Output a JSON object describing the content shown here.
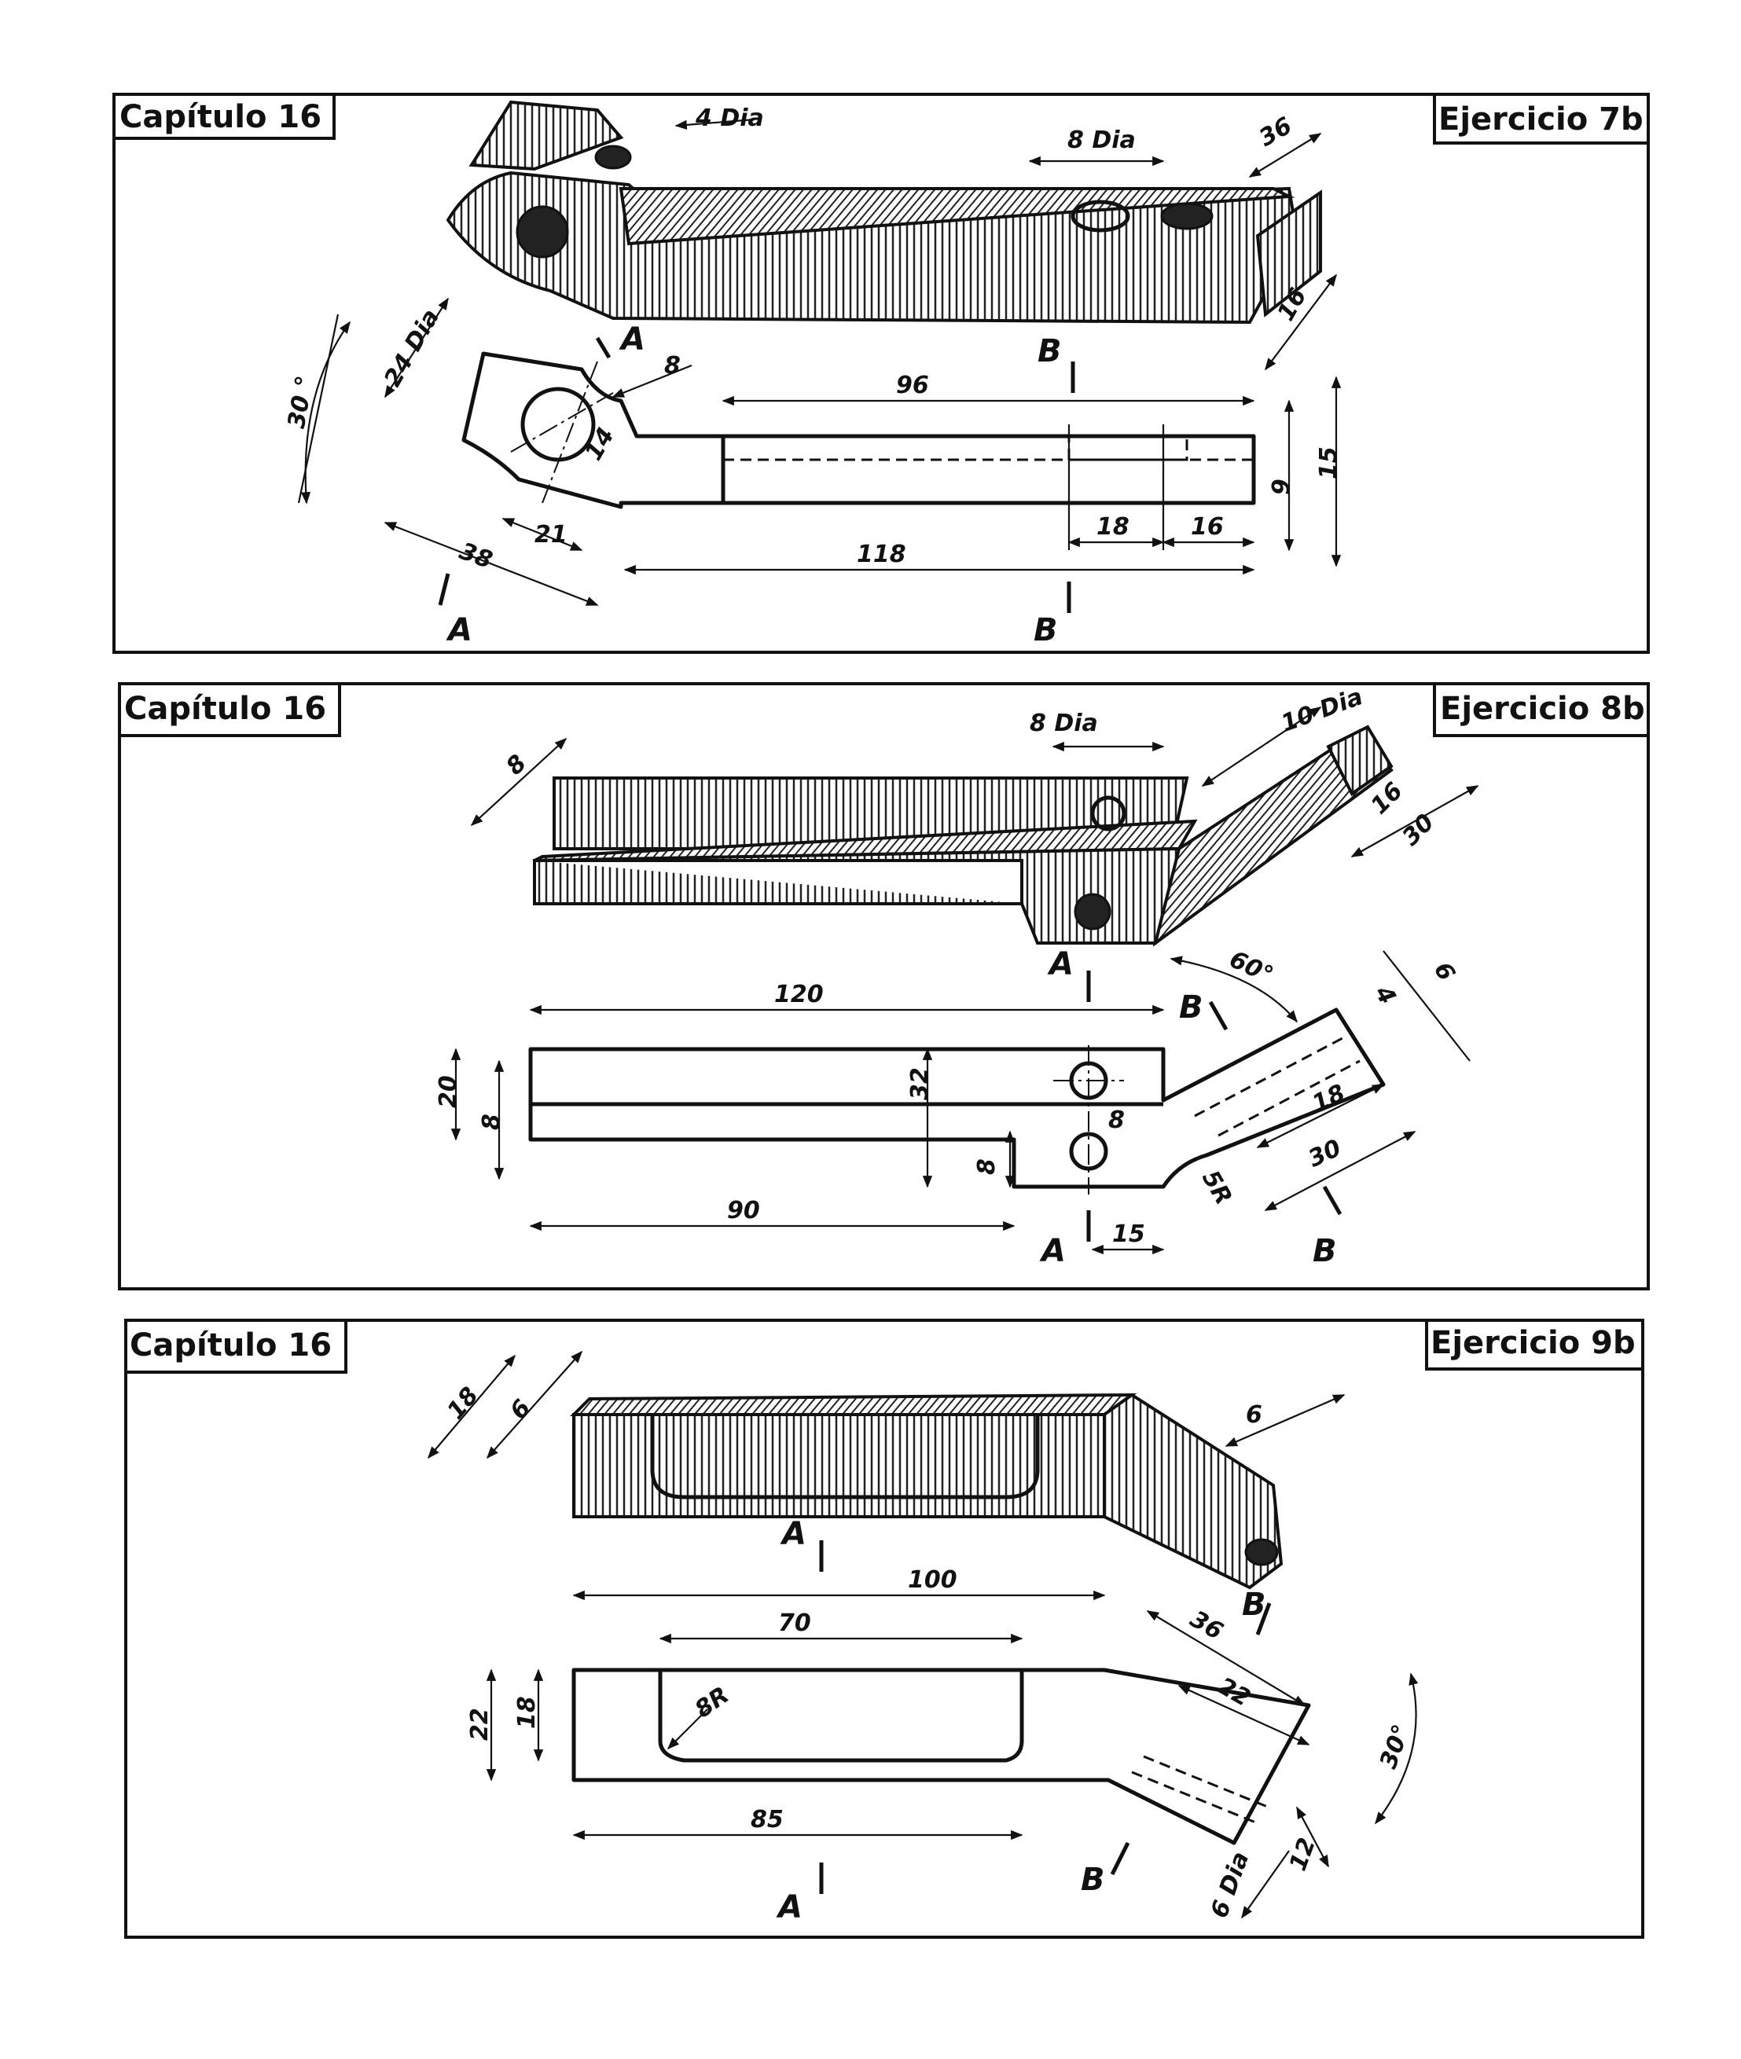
{
  "panels": [
    {
      "chapter": "Capítulo 16",
      "exercise": "Ejercicio 7b",
      "dims": {
        "d1": "4 Dia",
        "d2": "8 Dia",
        "d3": "36",
        "d4": "16",
        "d5": "24 Dia",
        "d6": "8",
        "d7": "96",
        "d8": "30 °",
        "d9": "14",
        "d10": "9",
        "d11": "15",
        "d12": "21",
        "d13": "38",
        "d14": "18",
        "d15": "16",
        "d16": "118"
      },
      "sections": {
        "a1": "A",
        "a2": "A",
        "b1": "B",
        "b2": "B"
      }
    },
    {
      "chapter": "Capítulo 16",
      "exercise": "Ejercicio 8b",
      "dims": {
        "d1": "8 Dia",
        "d2": "10 Dia",
        "d3": "8",
        "d4": "16",
        "d5": "30",
        "d6": "60°",
        "d7": "6",
        "d8": "4",
        "d9": "120",
        "d10": "32",
        "d11": "20",
        "d12": "8",
        "d13": "8",
        "d14": "18",
        "d15": "30",
        "d16": "5R",
        "d17": "8",
        "d18": "90",
        "d19": "15"
      },
      "sections": {
        "a1": "A",
        "a2": "A",
        "b1": "B",
        "b2": "B"
      }
    },
    {
      "chapter": "Capítulo 16",
      "exercise": "Ejercicio 9b",
      "dims": {
        "d1": "18",
        "d2": "6",
        "d3": "6",
        "d4": "100",
        "d5": "36",
        "d6": "70",
        "d7": "22",
        "d8": "8R",
        "d9": "22",
        "d10": "18",
        "d11": "30°",
        "d12": "85",
        "d13": "12",
        "d14": "6 Dia"
      },
      "sections": {
        "a1": "A",
        "a2": "A",
        "b1": "B",
        "b2": "B"
      }
    }
  ]
}
